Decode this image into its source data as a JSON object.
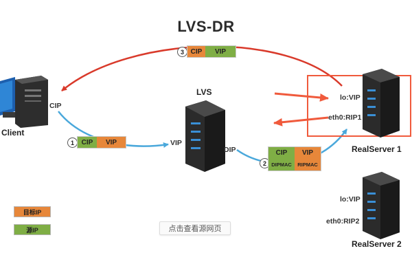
{
  "diagram": {
    "title": "LVS-DR",
    "nodes": {
      "client": {
        "label": "Client",
        "port_label": "CIP"
      },
      "lvs": {
        "label": "LVS",
        "vip_label": "VIP",
        "dip_label": "DIP"
      },
      "realserver1": {
        "label": "RealServer 1",
        "lo_label": "lo:VIP",
        "eth_label": "eth0:RIP1"
      },
      "realserver2": {
        "label": "RealServer 2",
        "lo_label": "lo:VIP",
        "eth_label": "eth0:RIP2"
      }
    },
    "packets": [
      {
        "step": "1",
        "src": "CIP",
        "dst": "VIP"
      },
      {
        "step": "2",
        "src": "CIP",
        "dst": "VIP",
        "src_sub": "DIPMAC",
        "dst_sub": "RIPMAC"
      },
      {
        "step": "3",
        "src": "CIP",
        "dst": "VIP"
      }
    ],
    "legend": [
      {
        "label": "目标IP",
        "color": "#e7873a"
      },
      {
        "label": "源IP",
        "color": "#7fae45"
      }
    ],
    "colors": {
      "request_arrow": "#4aa8db",
      "response_arrow": "#d93a2b",
      "highlight": "#f05a3c",
      "server_body": "#2c2c2c",
      "server_led": "#3a8fd6"
    }
  },
  "watermark_button": "点击查看源网页"
}
